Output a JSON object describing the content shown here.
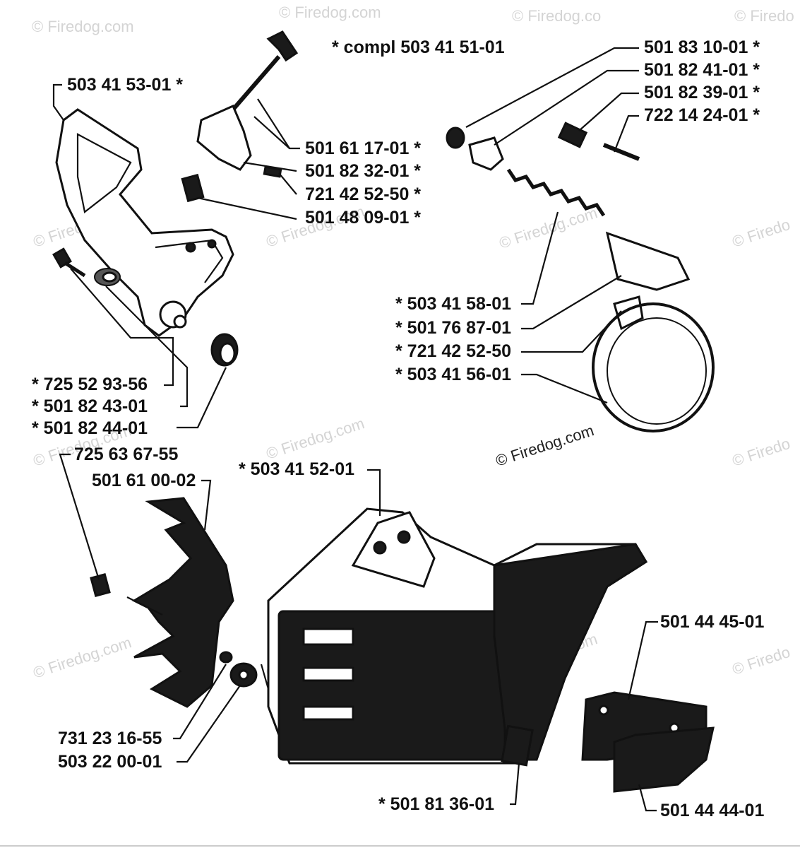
{
  "watermark": {
    "text": "© Firedog.com",
    "text_alt": "© Firedog.co",
    "text_prefix": "© Firedo",
    "dark_text": "© Firedog.com"
  },
  "labels": {
    "compl": "* compl 503 41 51-01",
    "p503415301": "503 41 53-01  *",
    "p501611701": "501 61 17-01  *",
    "p501823201": "501 82 32-01  *",
    "p721425250a": "721 42 52-50  *",
    "p501480901": "501 48 09-01  *",
    "p501831001": "501 83 10-01  *",
    "p501824101": "501 82 41-01  *",
    "p501823901": "501 82 39-01  *",
    "p722142401": "722 14 24-01  *",
    "p503415801": "*  503 41 58-01",
    "p501768701": "*  501 76 87-01",
    "p721425250b": "*  721 42 52-50",
    "p503415601": "*  503 41 56-01",
    "p725529356": "*  725 52 93-56",
    "p501824301": "*  501 82 43-01",
    "p501824401": "*  501 82 44-01",
    "p725636755": "725 63 67-55",
    "p501610002": "501 61 00-02",
    "p503415201": "*  503 41 52-01",
    "p501444501": "501 44 45-01",
    "p731231655": "731 23 16-55",
    "p503220001": "503 22 00-01",
    "p501813601": "*  501 81 36-01",
    "p501444401": "501 44 44-01"
  }
}
